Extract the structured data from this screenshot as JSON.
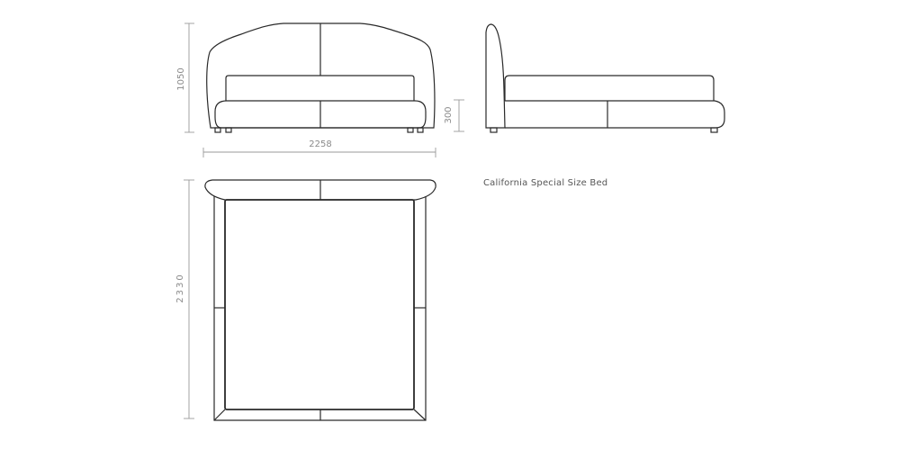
{
  "caption": "California Special Size Bed",
  "dimensions": {
    "height": "1050",
    "width": "2258",
    "base_height": "300",
    "length": "2330"
  },
  "colors": {
    "line": "#2a2a2a",
    "dimension": "#9a9a9a"
  }
}
